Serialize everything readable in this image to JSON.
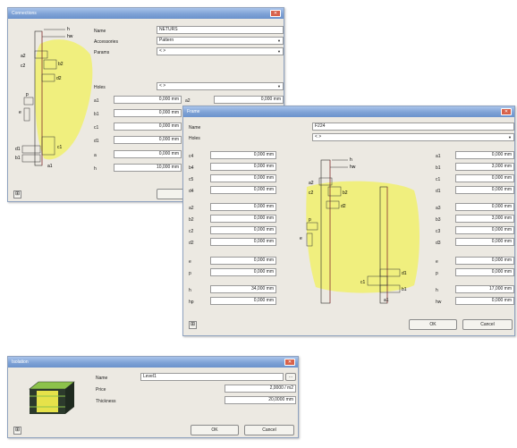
{
  "connections": {
    "title": "Connections",
    "fields": {
      "name_label": "Name",
      "name_value": "NETURS",
      "accessories_label": "Accessories",
      "accessories_value": "Pattern",
      "params_label": "Params",
      "params_value": "< >",
      "holes_label": "Holes",
      "holes_value": "< >",
      "a1_label": "a1",
      "a1_value": "0,000 mm",
      "b1_label": "b1",
      "b1_value": "0,000 mm",
      "c1_label": "c1",
      "c1_value": "0,000 mm",
      "d1_label": "d1",
      "d1_value": "0,000 mm",
      "a_label": "a",
      "a_value": "0,000 mm",
      "h_label": "h",
      "h_value": "10,000 mm",
      "a2_label": "a2",
      "a2_value": "0,000 mm"
    },
    "diagram": {
      "h": "h",
      "hw": "hw",
      "a2": "a2",
      "c2": "c2",
      "b2": "b2",
      "d2": "d2",
      "p": "p",
      "e": "e",
      "d1": "d1",
      "b1": "b1",
      "c1": "c1",
      "a1": "a1"
    }
  },
  "frame": {
    "title": "Frame",
    "name_label": "Name",
    "name_value": "F224",
    "holes_label": "Holes",
    "holes_value": "< >",
    "left_rows": [
      {
        "label": "c4",
        "value": "0,000 mm"
      },
      {
        "label": "b4",
        "value": "0,000 mm"
      },
      {
        "label": "c5",
        "value": "0,000 mm"
      },
      {
        "label": "d4",
        "value": "0,000 mm"
      },
      {
        "label": "a2",
        "value": "0,000 mm"
      },
      {
        "label": "b2",
        "value": "0,000 mm"
      },
      {
        "label": "c2",
        "value": "0,000 mm"
      },
      {
        "label": "d2",
        "value": "0,000 mm"
      },
      {
        "label": "e",
        "value": "0,000 mm"
      },
      {
        "label": "p",
        "value": "0,000 mm"
      },
      {
        "label": "h",
        "value": "34,000 mm"
      },
      {
        "label": "hp",
        "value": "0,000 mm"
      }
    ],
    "right_rows": [
      {
        "label": "a1",
        "value": "0,000 mm"
      },
      {
        "label": "b1",
        "value": "3,000 mm"
      },
      {
        "label": "c1",
        "value": "0,000 mm"
      },
      {
        "label": "d1",
        "value": "0,000 mm"
      },
      {
        "label": "a3",
        "value": "0,000 mm"
      },
      {
        "label": "b3",
        "value": "3,000 mm"
      },
      {
        "label": "c3",
        "value": "0,000 mm"
      },
      {
        "label": "d3",
        "value": "0,000 mm"
      },
      {
        "label": "e",
        "value": "0,000 mm"
      },
      {
        "label": "p",
        "value": "0,000 mm"
      },
      {
        "label": "h",
        "value": "17,000 mm"
      },
      {
        "label": "hw",
        "value": "0,000 mm"
      }
    ],
    "diagram": {
      "h": "h",
      "hw": "hw",
      "a2": "a2",
      "c2": "c2",
      "b2": "b2",
      "d2": "d2",
      "p": "p",
      "e": "e",
      "d1": "d1",
      "c1": "c1",
      "b1": "b1",
      "a1": "a1"
    },
    "ok_label": "OK",
    "cancel_label": "Cancel"
  },
  "isolation": {
    "title": "Isolation",
    "name_label": "Name",
    "name_value": "Level1",
    "price_label": "Price",
    "price_value": "2,0000 / m2",
    "thickness_label": "Thickness",
    "thickness_value": "20,0000 mm",
    "ok_label": "OK",
    "cancel_label": "Cancel"
  },
  "colors": {
    "drawing_yellow": "#f0ef7e",
    "titlebar_blue": "#7ea2d6",
    "close_red": "#d8624a",
    "dialog_bg": "#ece9e2",
    "profile_dark": "#2c3a2c",
    "profile_green": "#8cc24a"
  },
  "icons": {
    "close": "close-icon",
    "calculator": "calculator-icon",
    "dropdown": "chevron-down-icon",
    "browse": "ellipsis-icon"
  }
}
